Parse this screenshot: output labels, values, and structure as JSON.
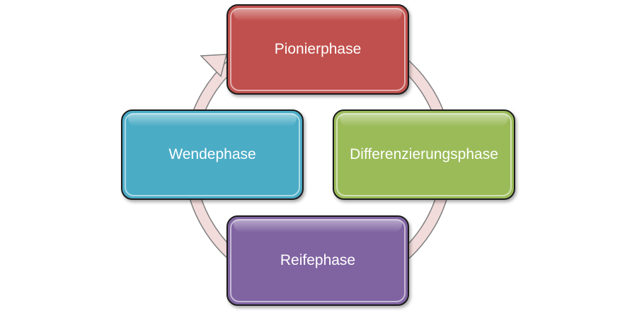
{
  "diagram": {
    "type": "cycle",
    "direction": "clockwise",
    "phases": [
      {
        "label": "Pionierphase",
        "color": "#c0504d",
        "position": "top"
      },
      {
        "label": "Differenzierungsphase",
        "color": "#9bbb59",
        "position": "right"
      },
      {
        "label": "Reifephase",
        "color": "#8064a2",
        "position": "bottom"
      },
      {
        "label": "Wendephase",
        "color": "#4bacc6",
        "position": "left"
      }
    ],
    "ring_color": "#f2dcdb",
    "ring_outline": "#7f7f7f"
  }
}
